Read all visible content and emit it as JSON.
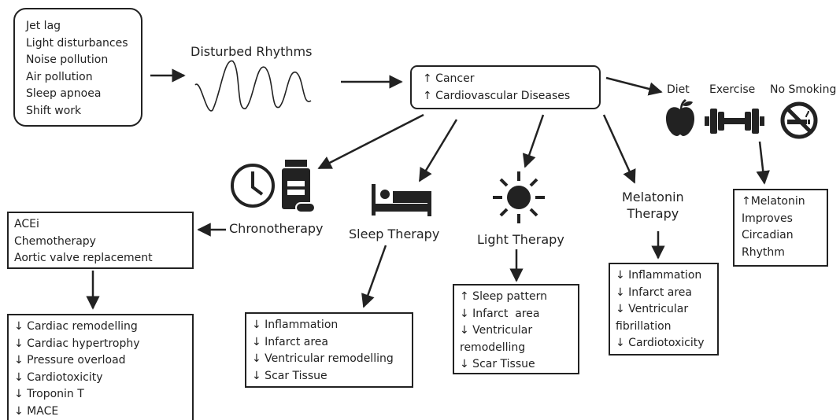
{
  "factors": [
    "Jet lag",
    "Light disturbances",
    "Noise pollution",
    "Air pollution",
    "Sleep apnoea",
    "Shift work"
  ],
  "disturbed_label": "Disturbed Rhythms",
  "outcome": [
    "↑ Cancer",
    "↑ Cardiovascular Diseases"
  ],
  "lifestyle": {
    "diet": "Diet",
    "exercise": "Exercise",
    "no_smoking": "No Smoking"
  },
  "lifestyle_box": [
    "↑Melatonin",
    "Improves",
    "Circadian",
    "Rhythm"
  ],
  "chronotherapy": {
    "label": "Chronotherapy",
    "treatments": [
      "ACEi",
      "Chemotherapy",
      "Aortic valve replacement"
    ],
    "effects": [
      "↓ Cardiac remodelling",
      "↓ Cardiac hypertrophy",
      "↓ Pressure overload",
      "↓ Cardiotoxicity",
      "↓ Troponin T",
      "↓ MACE"
    ]
  },
  "sleep_therapy": {
    "label": "Sleep Therapy",
    "effects": [
      "↓ Inflammation",
      "↓ Infarct area",
      "↓ Ventricular remodelling",
      "↓ Scar Tissue"
    ]
  },
  "light_therapy": {
    "label": "Light Therapy",
    "effects": [
      "↑ Sleep pattern",
      "↓ Infarct  area",
      "↓ Ventricular remodelling",
      "↓ Scar Tissue"
    ]
  },
  "melatonin_therapy": {
    "label_line1": "Melatonin",
    "label_line2": "Therapy",
    "effects": [
      "↓ Inflammation",
      "↓ Infarct area",
      "↓ Ventricular fibrillation",
      "↓ Cardiotoxicity"
    ]
  },
  "colors": {
    "stroke": "#222222",
    "text": "#222222",
    "background": "#ffffff"
  }
}
